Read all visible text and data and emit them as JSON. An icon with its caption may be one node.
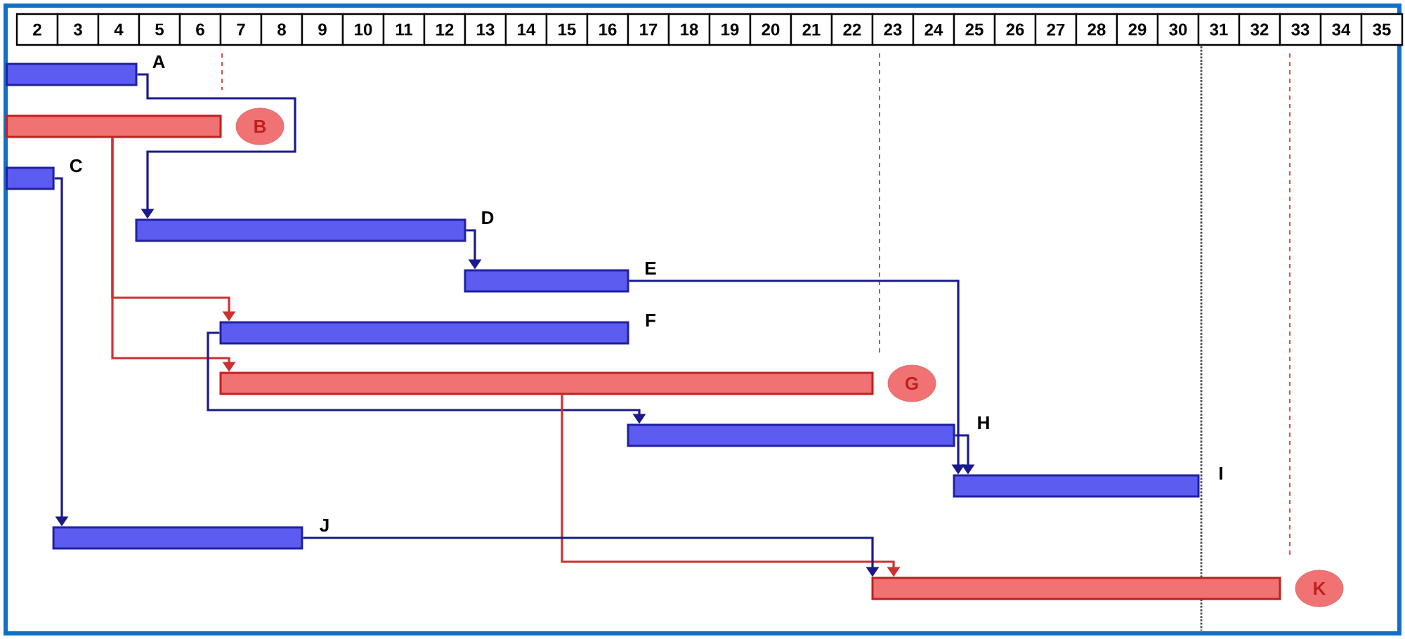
{
  "diagram": {
    "nodes": [
      {
        "text": [
          "A"
        ]
      },
      {
        "text": [
          "B"
        ]
      },
      {
        "text": [
          "C"
        ]
      },
      {
        "text": [
          "D"
        ]
      },
      {
        "text": [
          "E"
        ]
      },
      {
        "text": [
          "F"
        ]
      },
      {
        "text": [
          "G"
        ]
      },
      {
        "text": [
          "H"
        ]
      },
      {
        "text": [
          "I"
        ]
      },
      {
        "text": [
          "J"
        ]
      },
      {
        "text": [
          "K"
        ]
      }
    ],
    "edges": [
      {
        "from": 0,
        "to": 3,
        "arrow": "to"
      },
      {
        "from": 1,
        "to": 5,
        "arrow": "to",
        "color": "#d03030"
      },
      {
        "from": 1,
        "to": 6,
        "arrow": "to",
        "color": "#d03030"
      },
      {
        "from": 2,
        "to": 9,
        "arrow": "to"
      },
      {
        "from": 3,
        "to": 4,
        "arrow": "to"
      },
      {
        "from": 4,
        "to": 8,
        "arrow": "to"
      },
      {
        "from": 5,
        "to": 7,
        "arrow": "to"
      },
      {
        "from": 7,
        "to": 8,
        "arrow": "to"
      },
      {
        "from": 6,
        "to": 10,
        "arrow": "to",
        "color": "#d03030"
      },
      {
        "from": 9,
        "to": 10,
        "arrow": "to"
      }
    ],
    "labels": [
      "2",
      "3",
      "4",
      "5",
      "6",
      "7",
      "8",
      "9",
      "10",
      "11",
      "12",
      "13",
      "14",
      "15",
      "16",
      "17",
      "18",
      "19",
      "20",
      "21",
      "22",
      "23",
      "24",
      "25",
      "26",
      "27",
      "28",
      "29",
      "30",
      "31",
      "32",
      "33",
      "34",
      "35"
    ]
  }
}
